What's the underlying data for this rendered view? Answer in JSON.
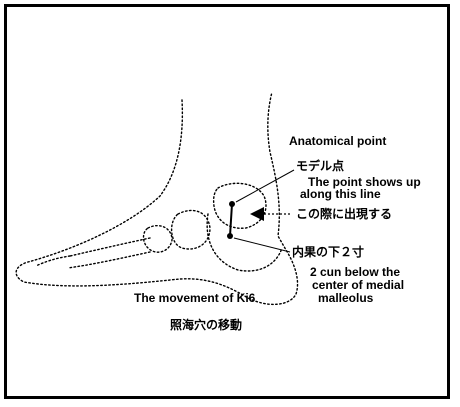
{
  "labels": {
    "anatomical_point": "Anatomical point",
    "model_point_jp": "モデル点",
    "shows_up_line1": "The point shows up",
    "shows_up_line2": "along this line",
    "appears_near_jp": "この際に出現する",
    "below_malleolus_jp": "内果の下２寸",
    "cun_line1": "2 cun below the",
    "cun_line2": "center of medial",
    "cun_line3": "malleolus",
    "movement_en": "The movement of Ki6",
    "movement_jp": "照海穴の移動"
  },
  "colors": {
    "ink": "#000000",
    "paper": "#ffffff"
  }
}
